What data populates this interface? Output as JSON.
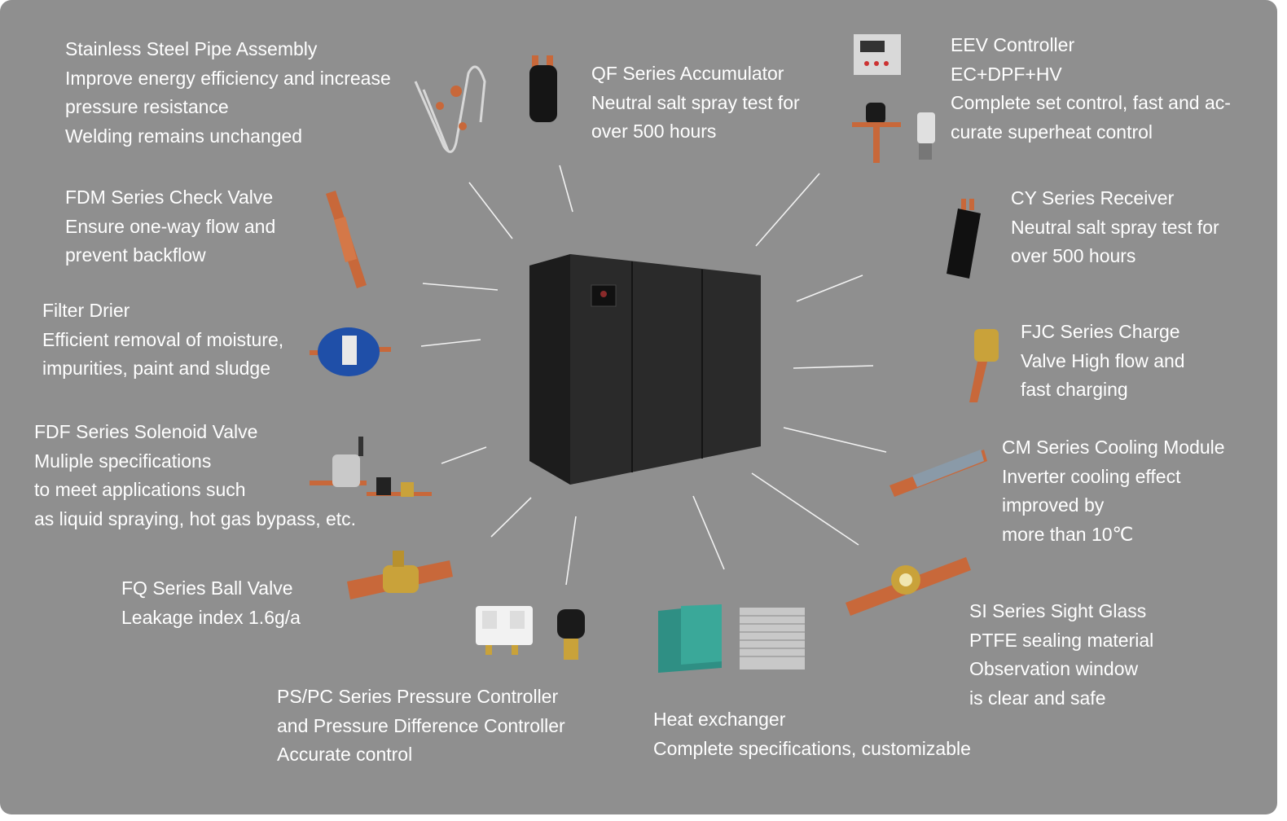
{
  "items": {
    "stainless_pipe": {
      "title": "Stainless Steel Pipe Assembly",
      "lines": [
        "Improve energy efficiency and increase",
        "pressure resistance",
        "Welding remains unchanged"
      ]
    },
    "qf_accumulator": {
      "title": "QF Series Accumulator",
      "lines": [
        "Neutral salt spray test for",
        "over 500 hours"
      ]
    },
    "eev_controller": {
      "title": "EEV Controller",
      "lines": [
        "EC+DPF+HV",
        "Complete set control, fast and ac-",
        "curate superheat control"
      ]
    },
    "fdm_check_valve": {
      "title": "FDM Series Check Valve",
      "lines": [
        "Ensure one-way flow and",
        "prevent backflow"
      ]
    },
    "cy_receiver": {
      "title": "CY Series Receiver",
      "lines": [
        "Neutral salt spray test for",
        "over 500 hours"
      ]
    },
    "filter_drier": {
      "title": "Filter Drier",
      "lines": [
        "Efficient removal of moisture,",
        "impurities, paint and sludge"
      ]
    },
    "fjc_charge_valve": {
      "title": "FJC Series Charge",
      "lines": [
        "Valve High flow and",
        "fast charging"
      ]
    },
    "fdf_solenoid_valve": {
      "title": "FDF Series Solenoid Valve",
      "lines": [
        "Muliple specifications",
        "to meet applications such",
        "as liquid spraying, hot gas bypass, etc."
      ]
    },
    "cm_cooling_module": {
      "title": "CM Series Cooling Module",
      "lines": [
        "Inverter cooling effect",
        "improved by",
        "more than 10℃"
      ]
    },
    "fq_ball_valve": {
      "title": "FQ Series Ball Valve",
      "lines": [
        "Leakage index 1.6g/a"
      ]
    },
    "si_sight_glass": {
      "title": "SI Series Sight Glass",
      "lines": [
        "PTFE sealing material",
        "Observation window",
        "is clear and safe"
      ]
    },
    "ps_pc_pressure_controller": {
      "title": "PS/PC Series Pressure Controller",
      "lines": [
        "and Pressure Difference Controller",
        "Accurate control"
      ]
    },
    "heat_exchanger": {
      "title": "Heat exchanger",
      "lines": [
        "Complete specifications, customizable"
      ]
    }
  },
  "colors": {
    "background": "#8f8f8f",
    "text": "#ffffff",
    "copper": "#c8683a",
    "cabinet": "#262626"
  }
}
